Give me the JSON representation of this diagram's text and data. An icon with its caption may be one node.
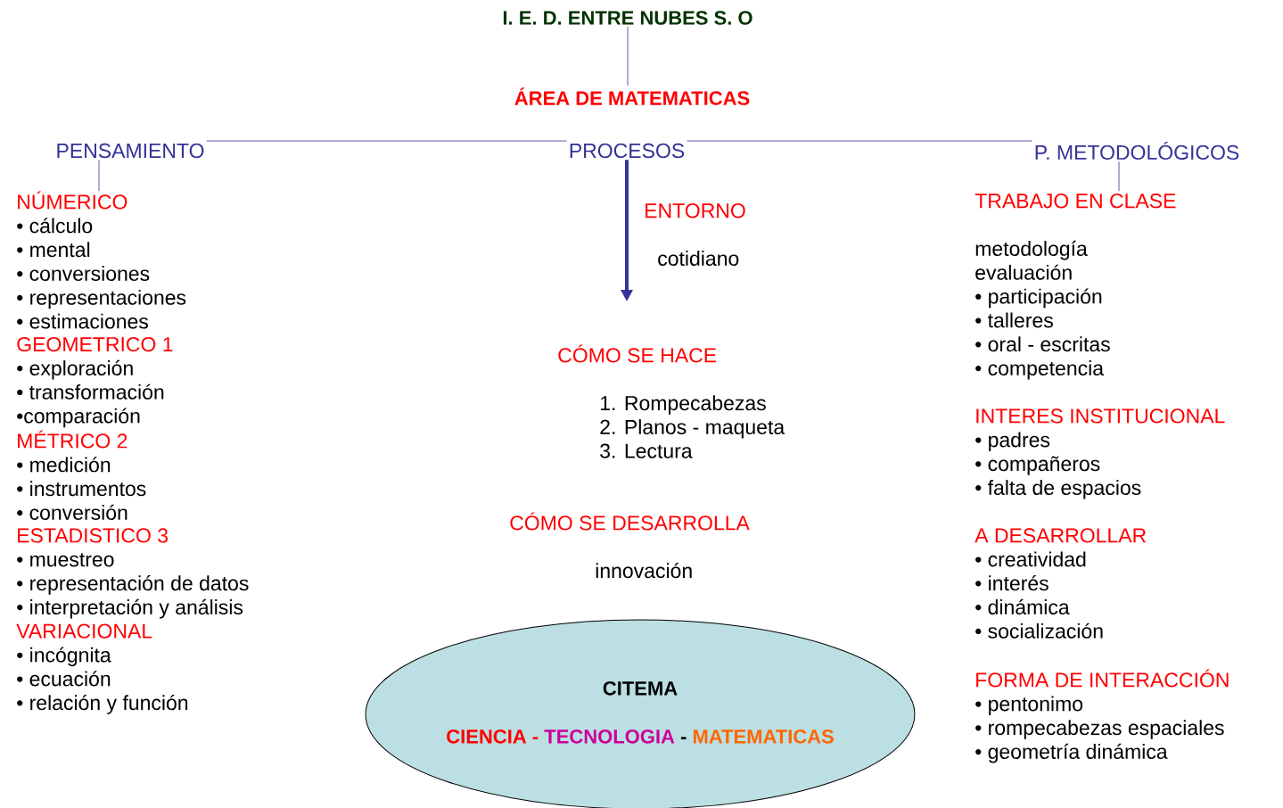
{
  "diagram": {
    "nodes": [
      {
        "text": [
          "I. E. D. ENTRE NUBES S. O"
        ]
      },
      {
        "text": [
          "ÁREA DE MATEMATICAS"
        ]
      },
      {
        "text": [
          "PENSAMIENTO"
        ]
      },
      {
        "text": [
          "PROCESOS"
        ]
      },
      {
        "text": [
          "P. METODOLÓGICOS"
        ]
      },
      {
        "text": [
          "NÚMERICO",
          "• cálculo",
          "• mental",
          "• conversiones",
          "• representaciones",
          "• estimaciones"
        ]
      },
      {
        "text": [
          "GEOMETRICO 1",
          "• exploración",
          "• transformación",
          "•comparación"
        ]
      },
      {
        "text": [
          "MÉTRICO   2",
          "• medición",
          "• instrumentos",
          "• conversión"
        ]
      },
      {
        "text": [
          "ESTADISTICO  3",
          "• muestreo",
          "• representación de datos",
          "• interpretación y análisis"
        ]
      },
      {
        "text": [
          "VARIACIONAL",
          "• incógnita",
          "• ecuación",
          "• relación y función"
        ]
      },
      {
        "text": [
          "ENTORNO",
          "cotidiano"
        ]
      },
      {
        "text": [
          "CÓMO SE HACE",
          "1. Rompecabezas",
          "2. Planos - maqueta",
          "3. Lectura"
        ]
      },
      {
        "text": [
          "CÓMO SE DESARROLLA",
          "innovación"
        ]
      },
      {
        "text": [
          "CITEMA",
          "CIENCIA -",
          "TECNOLOGIA",
          "-",
          "MATEMATICAS"
        ]
      },
      {
        "text": [
          "TRABAJO EN CLASE",
          "metodología",
          "evaluación",
          "• participación",
          "• talleres",
          "• oral - escritas",
          "• competencia"
        ]
      },
      {
        "text": [
          "INTERES INSTITUCIONAL",
          "• padres",
          "• compañeros",
          "• falta de espacios"
        ]
      },
      {
        "text": [
          "A DESARROLLAR",
          "• creatividad",
          "• interés",
          "• dinámica",
          "• socialización"
        ]
      },
      {
        "text": [
          "FORMA DE INTERACCIÓN",
          "• pentonimo",
          "• rompecabezas espaciales",
          "• geometría dinámica"
        ]
      }
    ],
    "edges": [
      {
        "from": 0,
        "to": 1,
        "arrow": "none"
      },
      {
        "from": 2,
        "to": 3,
        "arrow": "none"
      },
      {
        "from": 3,
        "to": 4,
        "arrow": "none"
      },
      {
        "from": 2,
        "to": 5,
        "arrow": "none"
      },
      {
        "from": 4,
        "to": 14,
        "arrow": "none"
      },
      {
        "from": 3,
        "to": 10,
        "arrow": "to",
        "style": "thick"
      }
    ]
  }
}
